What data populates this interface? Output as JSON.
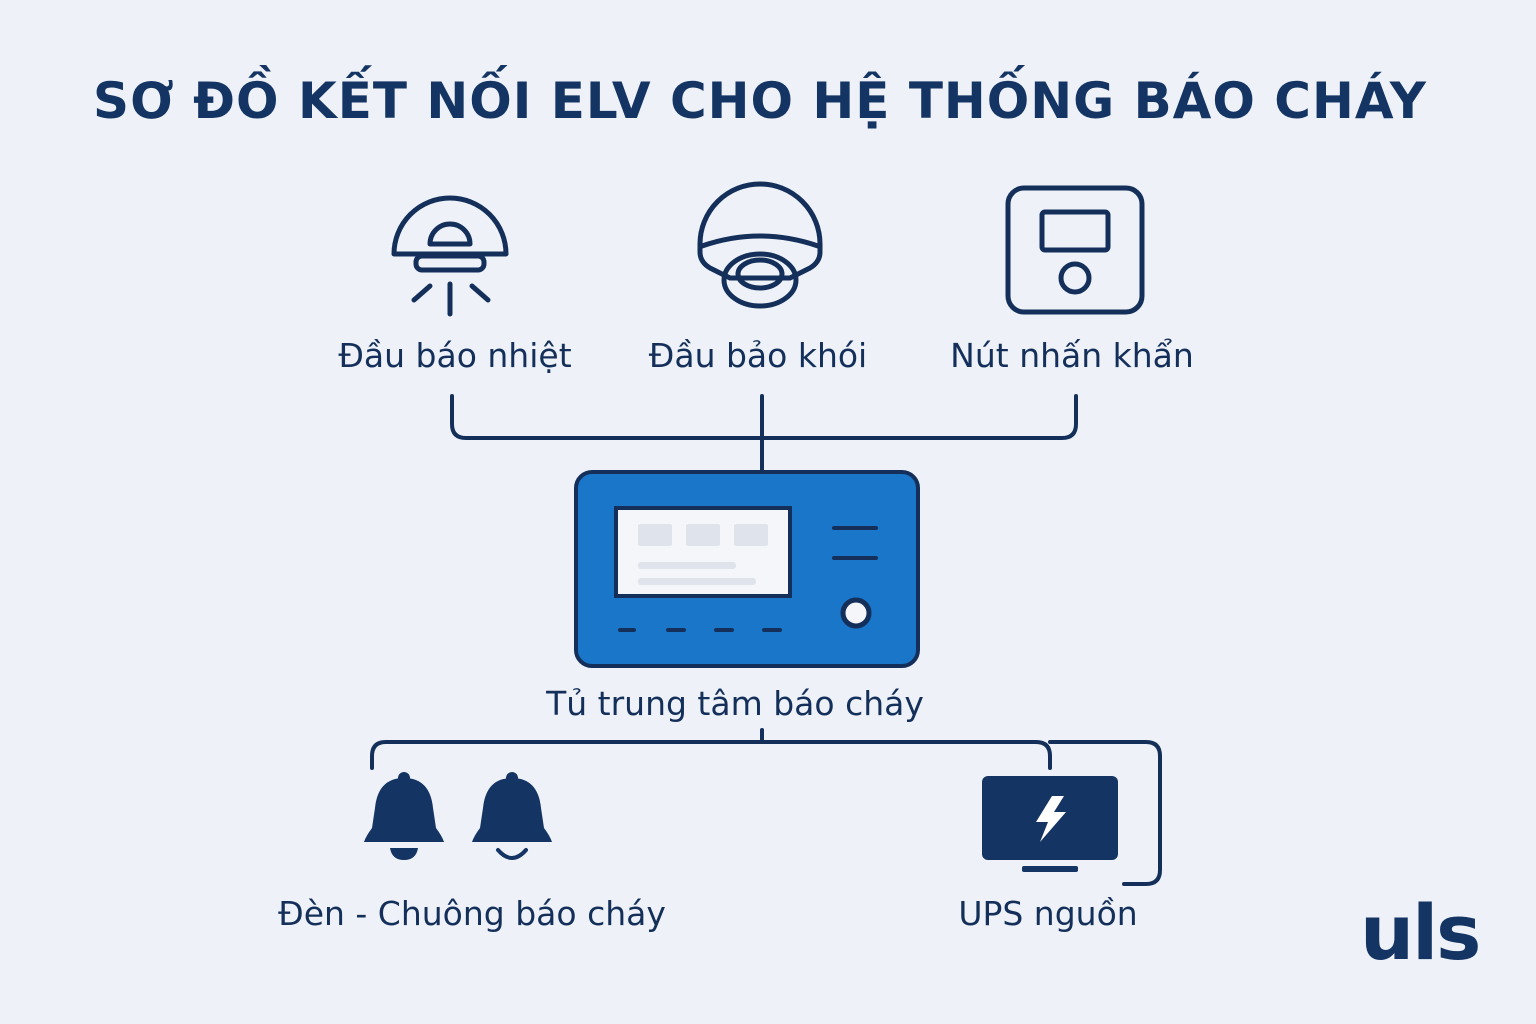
{
  "title": "SƠ ĐỒ KẾT NỐI ELV CHO HỆ THỐNG BÁO CHÁY",
  "nodes": {
    "heat_detector": {
      "label": "Đầu báo nhiệt",
      "icon": "heat-detector-icon"
    },
    "smoke_detector": {
      "label": "Đầu bảo khói",
      "icon": "smoke-detector-icon"
    },
    "manual_call_point": {
      "label": "Nút nhấn khẩn",
      "icon": "manual-call-point-icon"
    },
    "control_panel": {
      "label": "Tủ trung tâm báo cháy",
      "icon": "fire-control-panel-icon"
    },
    "alarm_bells": {
      "label": "Đèn - Chuông báo cháy",
      "icon": "bell-icon"
    },
    "ups": {
      "label": "UPS nguồn",
      "icon": "ups-power-icon"
    }
  },
  "logo": "uls",
  "colors": {
    "background": "#eef2f8",
    "primary_dark": "#143463",
    "panel_blue": "#1976c8"
  }
}
